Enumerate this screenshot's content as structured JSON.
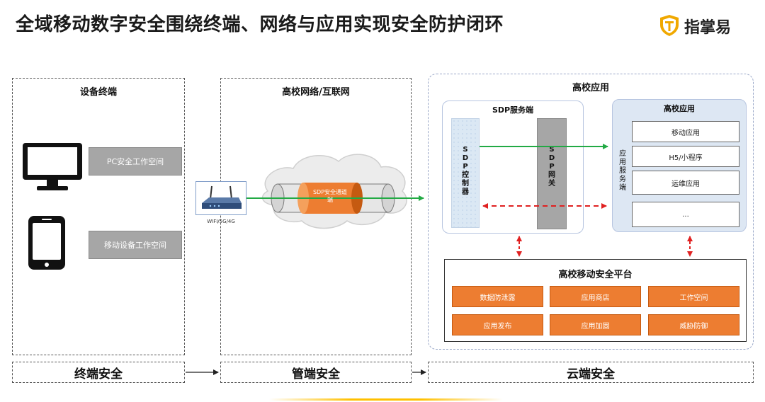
{
  "header": {
    "title": "全域移动数字安全围绕终端、网络与应用实现安全防护闭环"
  },
  "logo": {
    "text": "指掌易",
    "color": "#f0a800"
  },
  "terminal": {
    "title": "设备终端",
    "pc_workspace": "PC安全工作空间",
    "mobile_workspace": "移动设备工作空间"
  },
  "network": {
    "title": "高校网络/互联网",
    "router_label": "WIFI/5G/4G",
    "tunnel_label_1": "SDP安全通道",
    "tunnel_label_2": "端"
  },
  "cloud": {
    "title": "高校应用",
    "sdp_server": {
      "title": "SDP服务端",
      "controller_label": [
        "S",
        "D",
        "P",
        "控",
        "制",
        "器"
      ],
      "gateway_label": [
        "S",
        "D",
        "P",
        "网",
        "关"
      ]
    },
    "apps": {
      "title": "高校应用",
      "side_label": [
        "应",
        "用",
        "服",
        "务",
        "端"
      ],
      "items": [
        "移动应用",
        "H5/小程序",
        "运维应用",
        "..."
      ]
    },
    "platform": {
      "title": "高校移动安全平台",
      "buttons": [
        "数据防泄露",
        "应用商店",
        "工作空间",
        "应用发布",
        "应用加固",
        "威胁防御"
      ]
    }
  },
  "footer": {
    "terminal": "终端安全",
    "network": "管端安全",
    "cloud": "云端安全"
  },
  "colors": {
    "orange": "#ed7d31",
    "green_line": "#22aa44",
    "red_dash": "#e02020",
    "gray": "#a6a6a6",
    "light_blue": "#dde7f3"
  },
  "icons": [
    "monitor-icon",
    "phone-icon",
    "router-icon",
    "cloud-icon",
    "tunnel-icon",
    "shield-logo-icon"
  ]
}
